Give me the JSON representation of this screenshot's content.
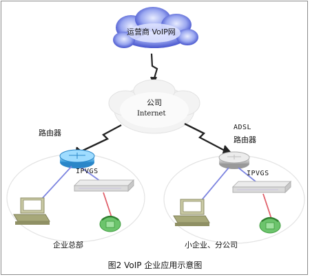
{
  "labels": {
    "carrier_network": "运营商 VoIP网",
    "internet_title": "公司",
    "internet_sub": "Internet",
    "router_left": "路由器",
    "adsl": "ADSL",
    "router_right": "路由器",
    "ipvgs_left": "IPVGS",
    "ipvgs_right": "IPVGS",
    "site_left": "企业总部",
    "site_right": "小企业、分公司"
  },
  "caption": "图2    VoIP 企业应用示意图",
  "colors": {
    "cloud_blue": "#3b4fd0",
    "router_blue": "#4fb7ec",
    "ethernet_line": "#7c84e0",
    "phone_line": "#e0606a",
    "phone_green": "#6cc46c",
    "pc_olive": "#a7a879"
  },
  "icons": [
    "cloud-icon",
    "lightning-link-icon",
    "router-icon",
    "gateway-icon",
    "computer-icon",
    "phone-icon"
  ]
}
